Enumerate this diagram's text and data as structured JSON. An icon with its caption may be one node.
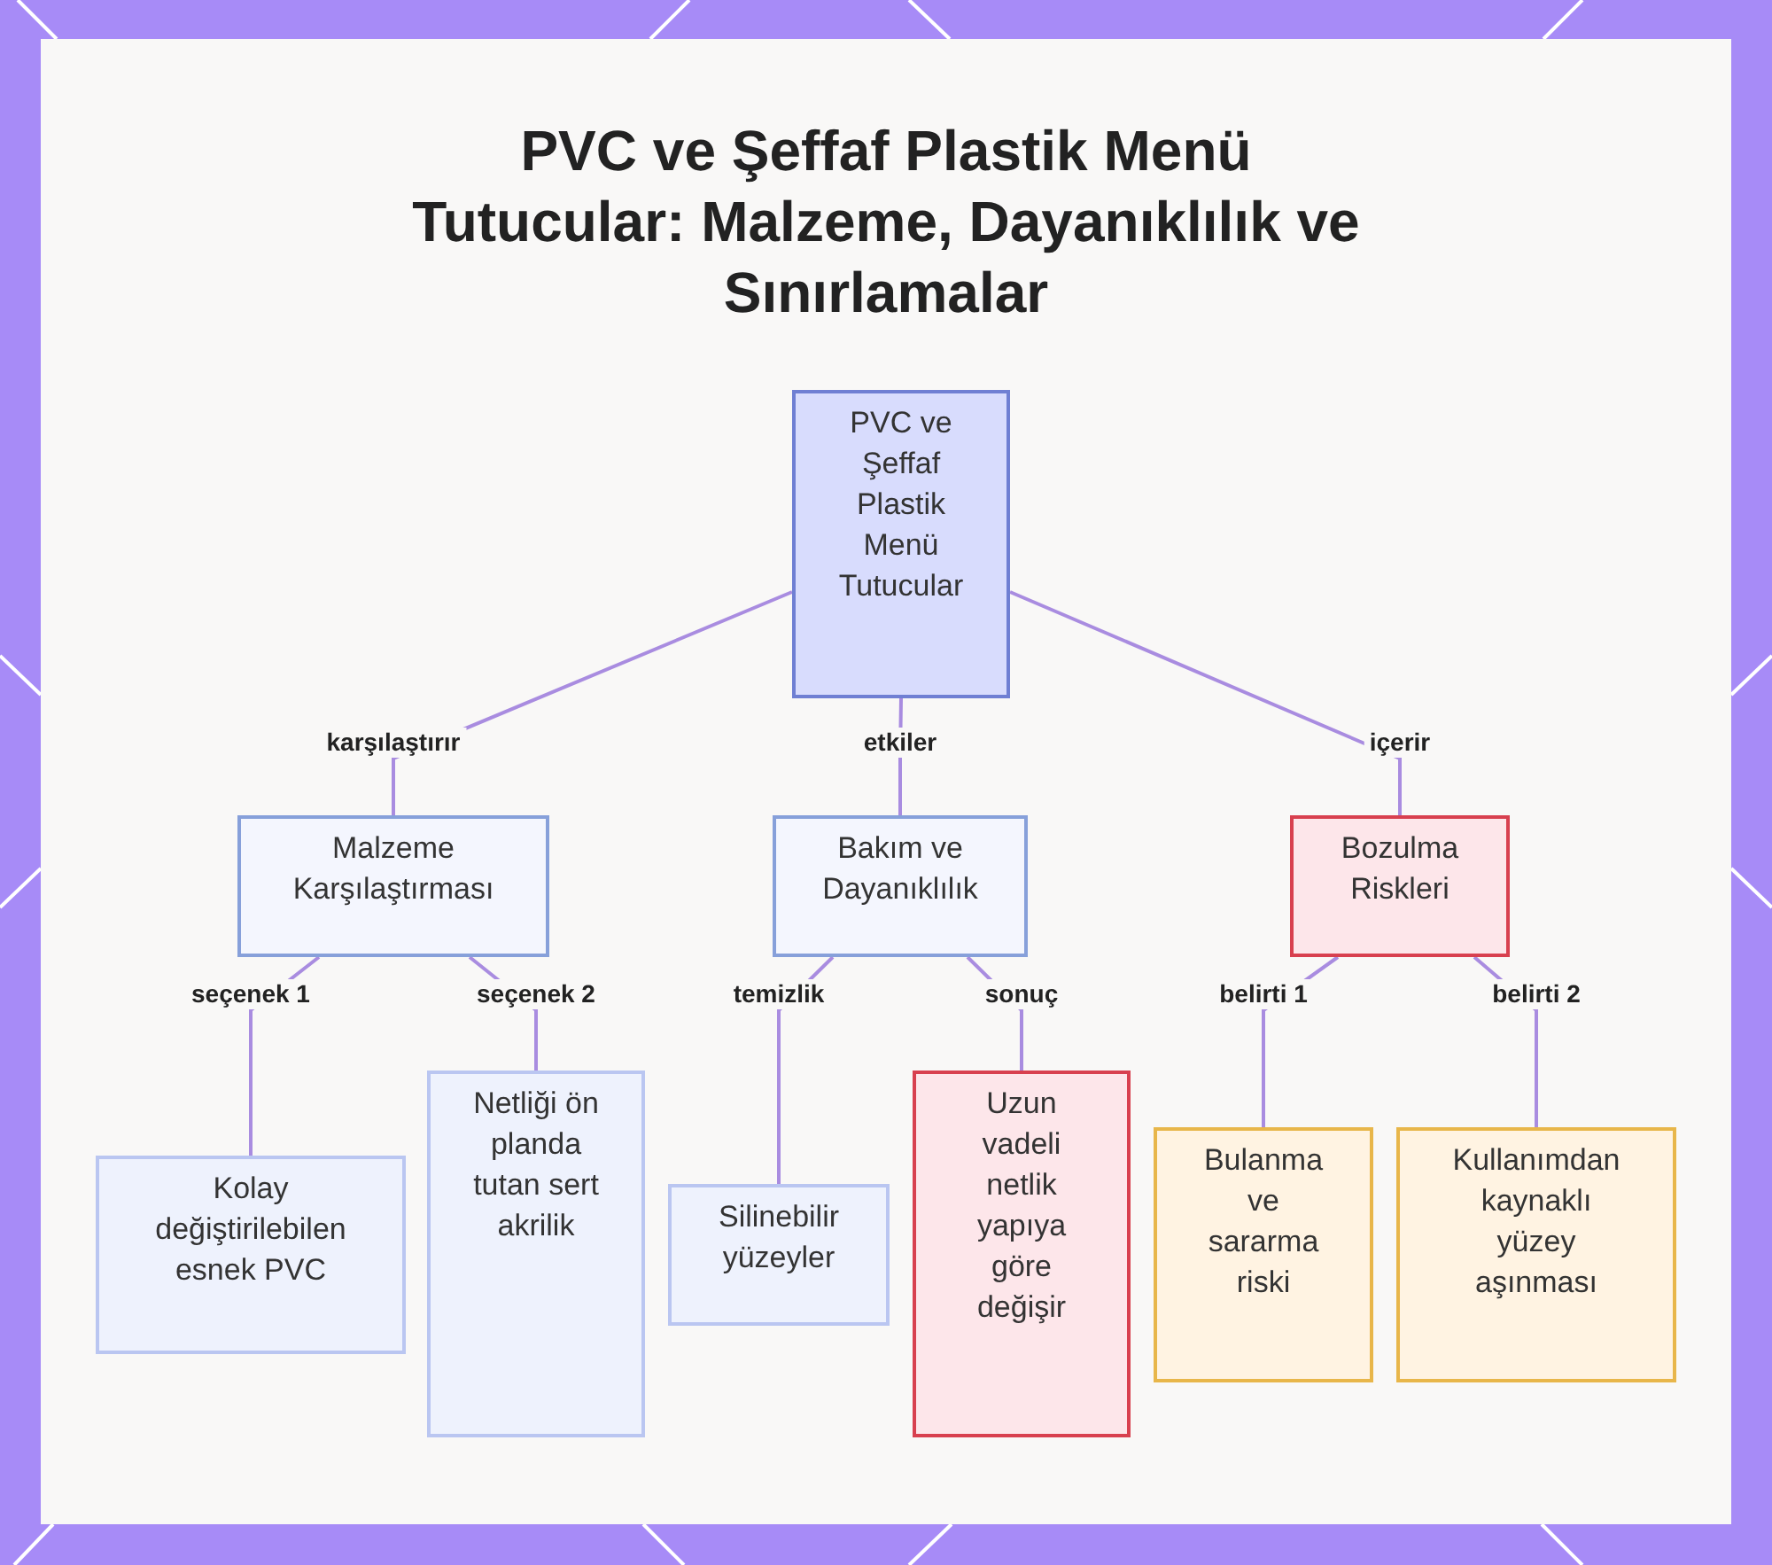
{
  "diagram": {
    "title": "PVC ve Şeffaf Plastik Menü Tutucular: Malzeme, Dayanıklılık ve Sınırlamalar",
    "nodes": [
      {
        "text": [
          "PVC ve Şeffaf Plastik Menü Tutucular"
        ]
      },
      {
        "text": [
          "Malzeme Karşılaştırması"
        ]
      },
      {
        "text": [
          "Bakım ve Dayanıklılık"
        ]
      },
      {
        "text": [
          "Bozulma Riskleri"
        ]
      },
      {
        "text": [
          "Kolay değiştirilebilen esnek PVC"
        ]
      },
      {
        "text": [
          "Netliği ön planda tutan sert akrilik"
        ]
      },
      {
        "text": [
          "Silinebilir yüzeyler"
        ]
      },
      {
        "text": [
          "Uzun vadeli netlik yapıya göre değişir"
        ]
      },
      {
        "text": [
          "Bulanma ve sararma riski"
        ]
      },
      {
        "text": [
          "Kullanımdan kaynaklı yüzey aşınması"
        ]
      }
    ],
    "edges": [
      {
        "from": 0,
        "to": 1,
        "arrow": "none",
        "label": "karşılaştırır"
      },
      {
        "from": 0,
        "to": 2,
        "arrow": "none",
        "label": "etkiler"
      },
      {
        "from": 0,
        "to": 3,
        "arrow": "none",
        "label": "içerir"
      },
      {
        "from": 1,
        "to": 4,
        "arrow": "none",
        "label": "seçenek 1"
      },
      {
        "from": 1,
        "to": 5,
        "arrow": "none",
        "label": "seçenek 2"
      },
      {
        "from": 2,
        "to": 6,
        "arrow": "none",
        "label": "temizlik"
      },
      {
        "from": 2,
        "to": 7,
        "arrow": "none",
        "label": "sonuç"
      },
      {
        "from": 3,
        "to": 8,
        "arrow": "none",
        "label": "belirti 1"
      },
      {
        "from": 3,
        "to": 9,
        "arrow": "none",
        "label": "belirti 2"
      }
    ]
  }
}
